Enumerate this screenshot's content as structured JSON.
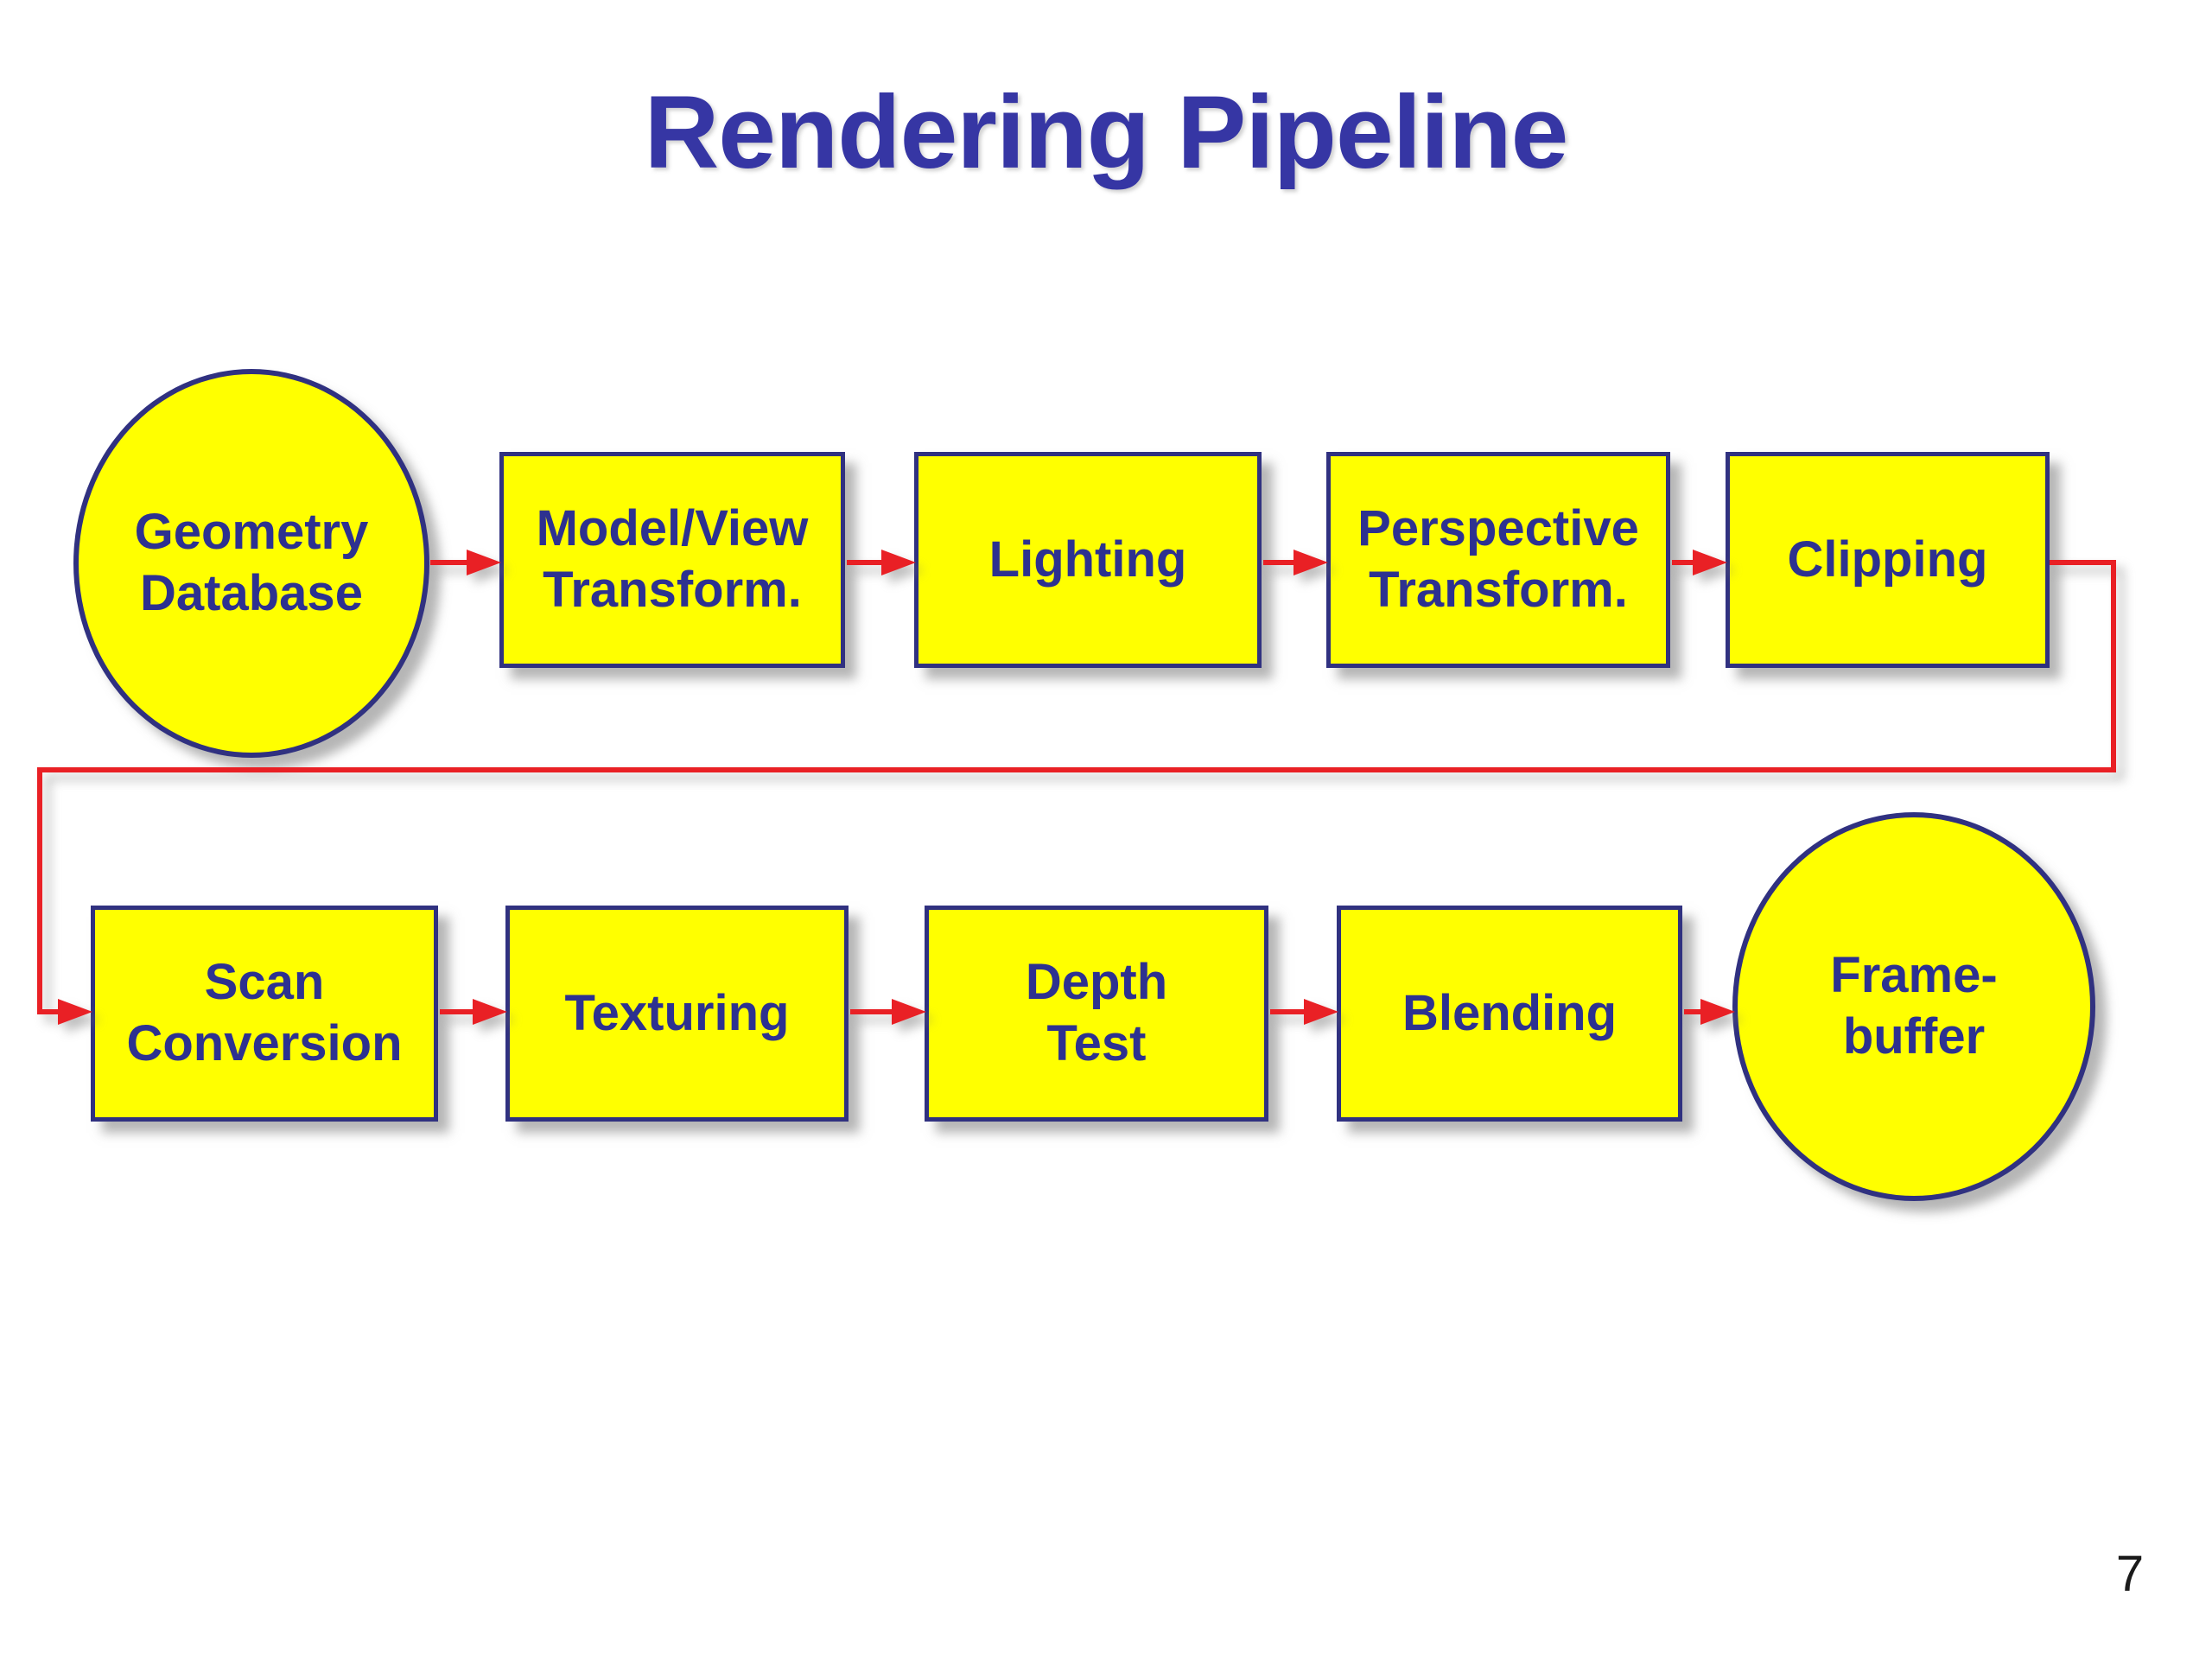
{
  "slide": {
    "title": "Rendering Pipeline",
    "page_number": "7"
  },
  "colors": {
    "background": "#ffffff",
    "node_fill": "#ffff00",
    "node_border": "#303180",
    "node_text": "#2d3190",
    "title_text": "#3636a4",
    "arrow": "#e92025",
    "page_number_text": "#1a1a1a"
  },
  "nodes": [
    {
      "id": "geometry-database",
      "shape": "ellipse",
      "label": "Geometry\nDatabase"
    },
    {
      "id": "model-view-transform",
      "shape": "rect",
      "label": "Model/View\nTransform."
    },
    {
      "id": "lighting",
      "shape": "rect",
      "label": "Lighting"
    },
    {
      "id": "perspective-transform",
      "shape": "rect",
      "label": "Perspective\nTransform."
    },
    {
      "id": "clipping",
      "shape": "rect",
      "label": "Clipping"
    },
    {
      "id": "scan-conversion",
      "shape": "rect",
      "label": "Scan\nConversion"
    },
    {
      "id": "texturing",
      "shape": "rect",
      "label": "Texturing"
    },
    {
      "id": "depth-test",
      "shape": "rect",
      "label": "Depth\nTest"
    },
    {
      "id": "blending",
      "shape": "rect",
      "label": "Blending"
    },
    {
      "id": "framebuffer",
      "shape": "ellipse",
      "label": "Frame-\nbuffer"
    }
  ],
  "edges": [
    {
      "from": "geometry-database",
      "to": "model-view-transform"
    },
    {
      "from": "model-view-transform",
      "to": "lighting"
    },
    {
      "from": "lighting",
      "to": "perspective-transform"
    },
    {
      "from": "perspective-transform",
      "to": "clipping"
    },
    {
      "from": "clipping",
      "to": "scan-conversion"
    },
    {
      "from": "scan-conversion",
      "to": "texturing"
    },
    {
      "from": "texturing",
      "to": "depth-test"
    },
    {
      "from": "depth-test",
      "to": "blending"
    },
    {
      "from": "blending",
      "to": "framebuffer"
    }
  ]
}
